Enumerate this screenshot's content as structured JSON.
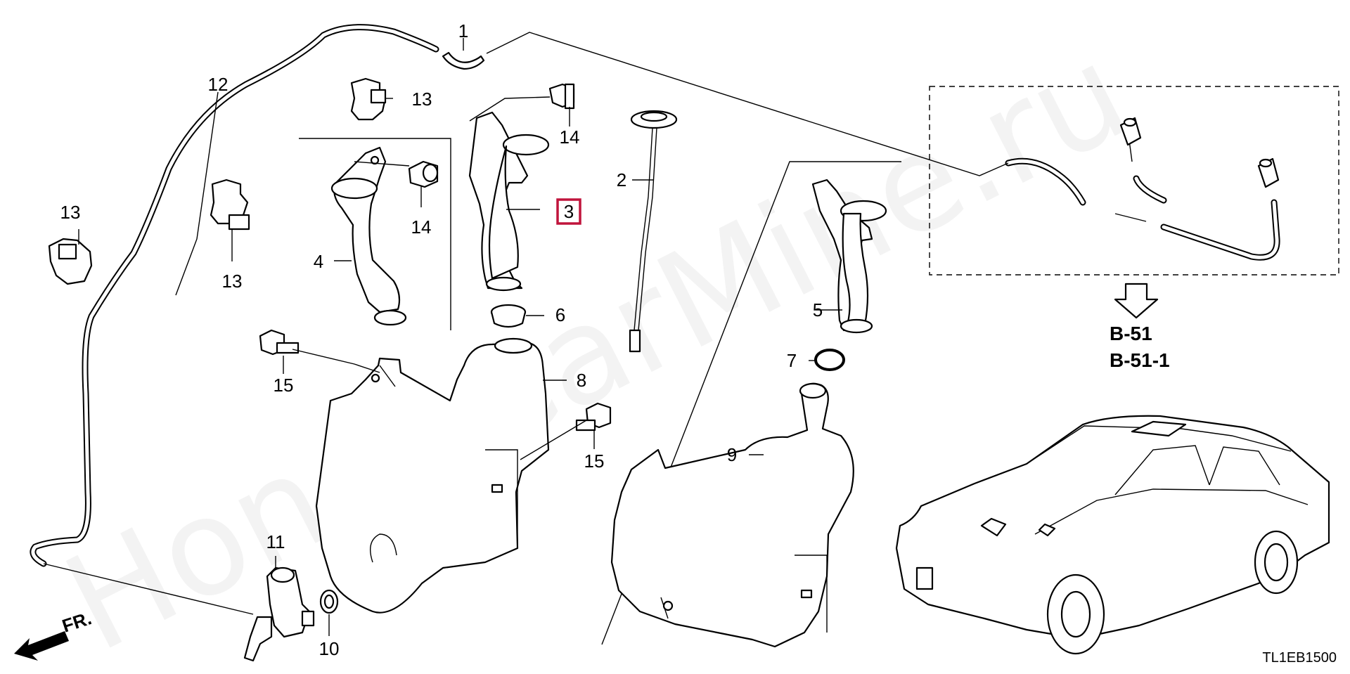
{
  "watermark": "HondaCarMine.ru",
  "diagram_code": "TL1EB1500",
  "front_indicator": "FR.",
  "highlighted_part": "3",
  "reference_labels": [
    "B-51",
    "B-51-1"
  ],
  "callouts": {
    "c1": "1",
    "c2": "2",
    "c3": "3",
    "c4": "4",
    "c5": "5",
    "c6": "6",
    "c7": "7",
    "c8": "8",
    "c9": "9",
    "c10": "10",
    "c11": "11",
    "c12": "12",
    "c13a": "13",
    "c13b": "13",
    "c13c": "13",
    "c14a": "14",
    "c14b": "14",
    "c15a": "15",
    "c15b": "15"
  },
  "colors": {
    "highlight": "#c0143c",
    "line": "#000000",
    "background": "#ffffff"
  }
}
